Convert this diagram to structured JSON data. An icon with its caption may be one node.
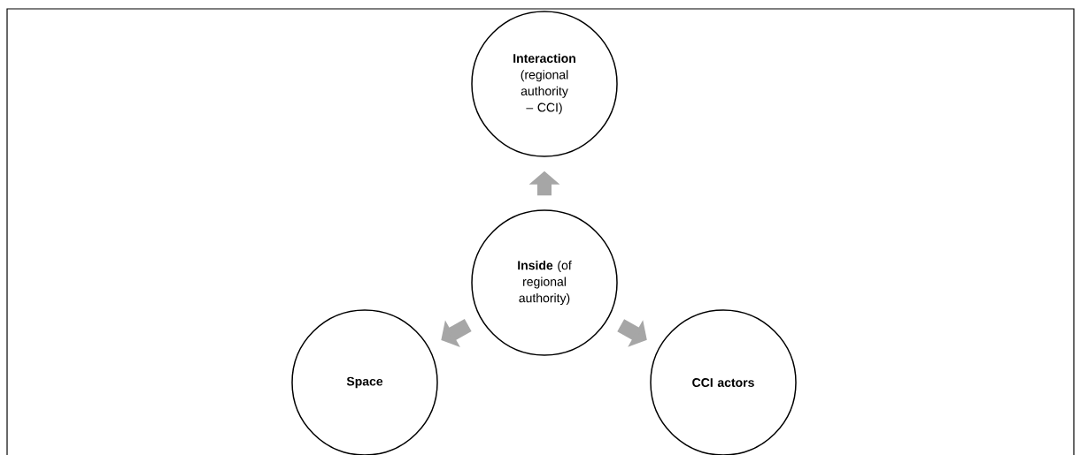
{
  "diagram": {
    "nodes": [
      {
        "text": [
          "**Interaction** (regional authority – CCI)"
        ]
      },
      {
        "text": [
          "**Inside** (of regional authority)"
        ]
      },
      {
        "text": [
          "Space"
        ]
      },
      {
        "text": [
          "CCI actors"
        ]
      }
    ],
    "edges": [
      {
        "from": 1,
        "to": 0,
        "arrow": "to"
      },
      {
        "from": 1,
        "to": 2,
        "arrow": "to"
      },
      {
        "from": 1,
        "to": 3,
        "arrow": "to"
      }
    ]
  }
}
